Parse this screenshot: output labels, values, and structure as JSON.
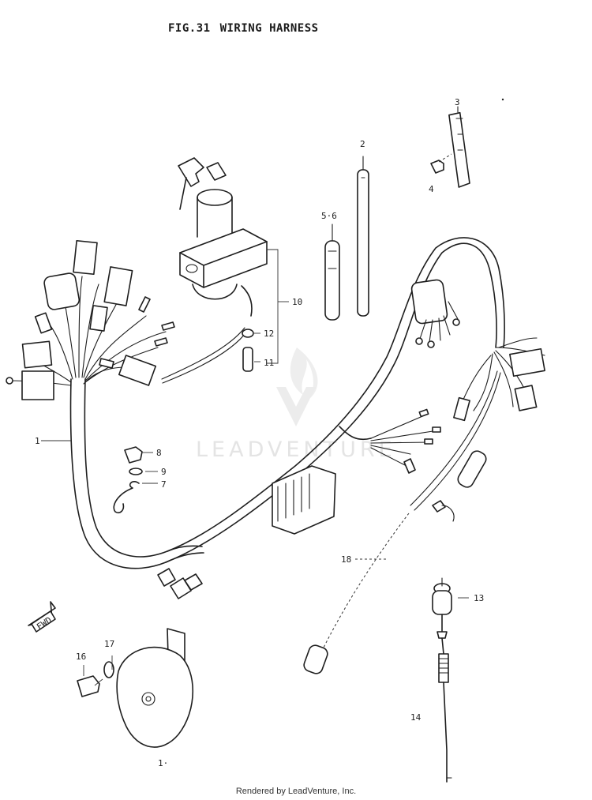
{
  "header": {
    "fig_label": "FIG.31",
    "title": "WIRING HARNESS"
  },
  "watermark": {
    "text": "LEADVENTURE"
  },
  "footer": {
    "credit": "Rendered by LeadVenture, Inc."
  },
  "fwd_label": "FWD",
  "callouts": [
    "1",
    "2",
    "3",
    "4",
    "5·6",
    "7",
    "8",
    "9",
    "10",
    "11",
    "12",
    "13",
    "14",
    "16",
    "17",
    "18",
    "1·"
  ],
  "colors": {
    "ink": "#1e1e1e",
    "watermark": "#e4e4e4",
    "background": "#ffffff"
  }
}
